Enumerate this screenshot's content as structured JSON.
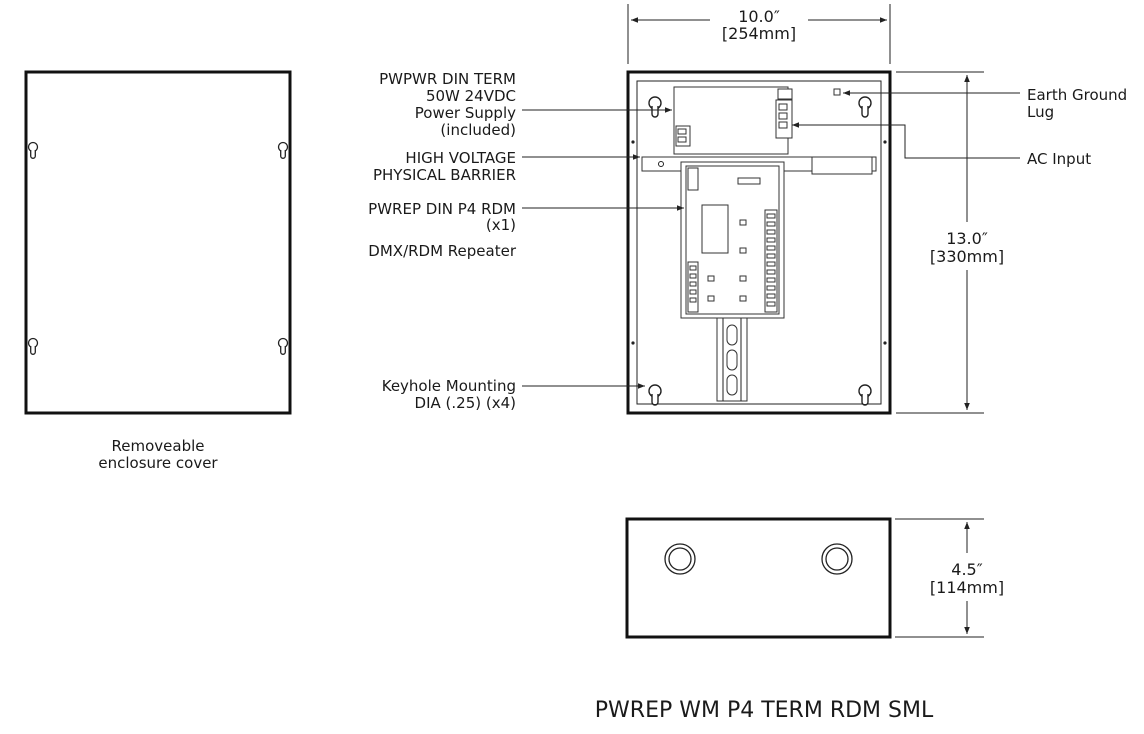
{
  "title": "PWREP WM P4 TERM RDM SML",
  "cover": {
    "caption_line1": "Removeable",
    "caption_line2": "enclosure cover"
  },
  "callouts": {
    "power_supply": [
      "PWPWR DIN TERM",
      "50W 24VDC",
      "Power Supply",
      "(included)"
    ],
    "barrier": [
      "HIGH VOLTAGE",
      "PHYSICAL BARRIER"
    ],
    "repeater": [
      "PWREP DIN P4 RDM",
      "(x1)"
    ],
    "repeater_desc": "DMX/RDM Repeater",
    "keyhole": [
      "Keyhole Mounting",
      "DIA (.25) (x4)"
    ],
    "earth_ground": [
      "Earth Ground",
      "Lug"
    ],
    "ac_input": "AC Input"
  },
  "dimensions": {
    "width": [
      "10.0″",
      "[254mm]"
    ],
    "height": [
      "13.0″",
      "[330mm]"
    ],
    "depth": [
      "4.5″",
      "[114mm]"
    ]
  }
}
